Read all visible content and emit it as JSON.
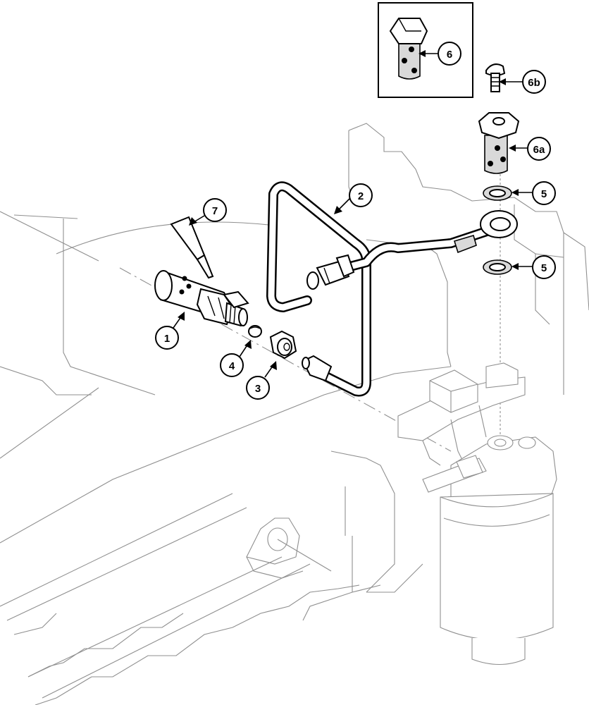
{
  "callouts": [
    {
      "id": "1",
      "label": "1"
    },
    {
      "id": "2",
      "label": "2"
    },
    {
      "id": "3",
      "label": "3"
    },
    {
      "id": "4",
      "label": "4"
    },
    {
      "id": "5a",
      "label": "5"
    },
    {
      "id": "5b",
      "label": "5"
    },
    {
      "id": "6",
      "label": "6"
    },
    {
      "id": "6a",
      "label": "6a"
    },
    {
      "id": "6b",
      "label": "6b"
    },
    {
      "id": "7",
      "label": "7"
    }
  ]
}
